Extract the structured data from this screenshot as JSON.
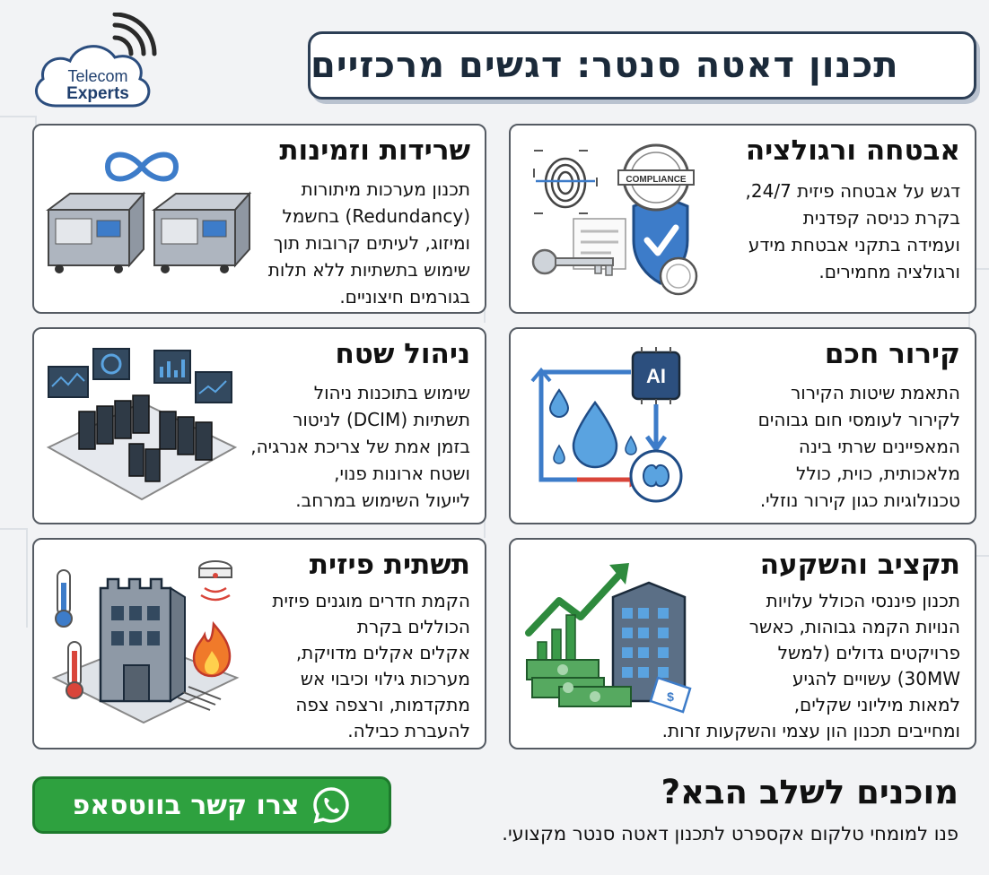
{
  "logo": {
    "line1": "Telecom",
    "line2": "Experts"
  },
  "title": "תכנון דאטה סנטר: דגשים מרכזיים",
  "cards": {
    "security": {
      "title": "אבטחה ורגולציה",
      "lines": [
        "דגש על אבטחה פיזית 24/7,",
        "בקרת כניסה קפדנית",
        "ועמידה בתקני אבטחת מידע",
        "ורגולציה מחמירים."
      ],
      "stamp_text": "COMPLIANCE"
    },
    "redundancy": {
      "title": "שרידות וזמינות",
      "lines": [
        "תכנון מערכות מיתורות",
        "(Redundancy) בחשמל",
        "ומיזוג, לעיתים קרובות תוך",
        "שימוש בתשתיות ללא תלות",
        "בגורמים חיצוניים."
      ]
    },
    "cooling": {
      "title": "קירור חכם",
      "lines": [
        "התאמת שיטות הקירור",
        "לקירור לעומסי חום גבוהים",
        "המאפיינים שרתי בינה",
        "מלאכותית, כוית, כולל",
        "טכנולוגיות כגון קירור נוזלי."
      ],
      "chip_text": "AI"
    },
    "space": {
      "title": "ניהול שטח",
      "lines": [
        "שימוש בתוכנות ניהול",
        "תשתיות (DCIM) לניטור",
        "בזמן אמת של צריכת אנרגיה,",
        "ושטח ארונות פנוי,",
        "לייעול השימוש במרחב."
      ]
    },
    "budget": {
      "title": "תקציב והשקעה",
      "lines": [
        "תכנון פיננסי הכולל עלויות",
        "הנויות הקמה גבוהות, כאשר",
        "פרויקטים גדולים (למשל",
        "30MW) עשויים להגיע",
        "למאות מיליוני שקלים,",
        "ומחייבים תכנון הון עצמי והשקעות זרות."
      ],
      "tag_text": "$"
    },
    "physical": {
      "title": "תשתית פיזית",
      "lines": [
        "הקמת חדרים מוגנים פיזית",
        "הכוללים בקרת",
        "אקלים אקלים מדויקת,",
        "מערכות גילוי וכיבוי אש",
        "מתקדמות, ורצפה צפה",
        "להעברת כבילה."
      ]
    }
  },
  "cta": {
    "title": "מוכנים לשלב הבא?",
    "subtitle": "פנו למומחי טלקום אקספרט לתכנון דאטה סנטר מקצועי.",
    "button_label": "צרו קשר בווטסאפ"
  },
  "colors": {
    "accent_blue": "#3d7cc9",
    "navy": "#2c3e55",
    "whatsapp_green": "#2ea13f",
    "alert_red": "#d9453a"
  }
}
